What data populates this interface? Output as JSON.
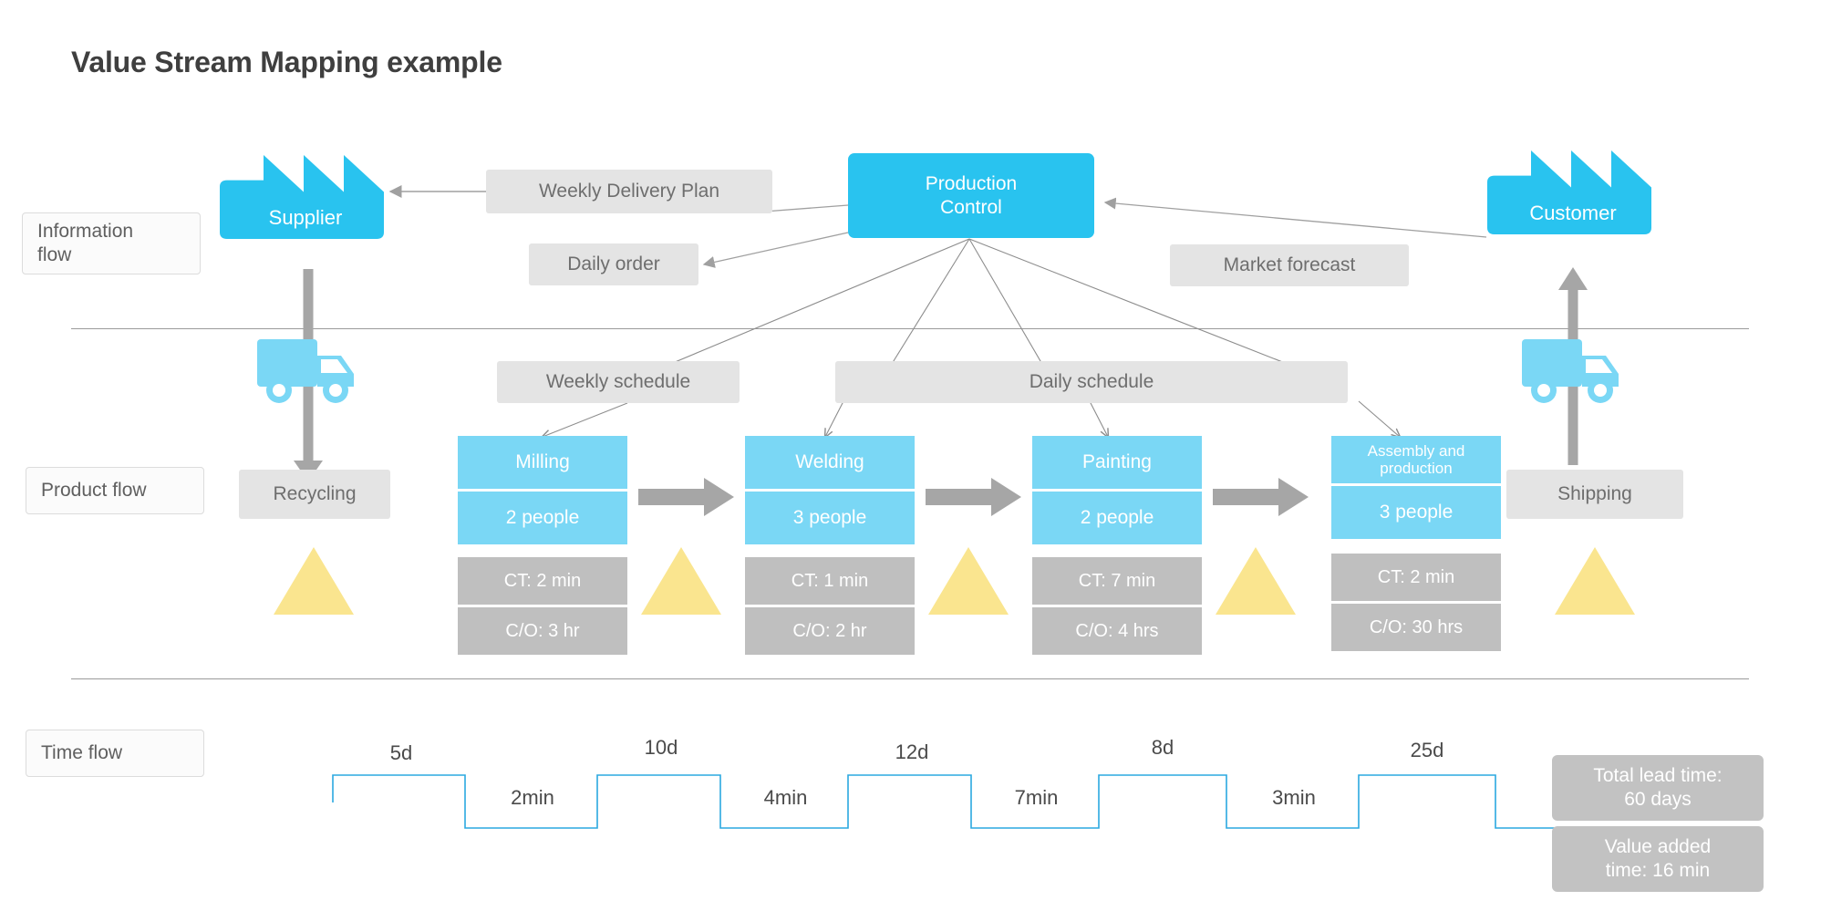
{
  "page": {
    "title": "Value Stream Mapping example",
    "accent_cyan": "#29c3ef",
    "accent_light_blue": "#7ad7f5",
    "info_gray": "#e4e4e4",
    "data_gray": "#bfbfbf",
    "triangle_yellow": "#fae58f",
    "arrow_gray": "#a6a6a6"
  },
  "lanes": [
    {
      "label": "Information\nflow",
      "name": "information-flow"
    },
    {
      "label": "Product flow",
      "name": "product-flow"
    },
    {
      "label": "Time flow",
      "name": "time-flow"
    }
  ],
  "lane_labels": {
    "information": "Information flow",
    "product": "Product flow",
    "time": "Time flow"
  },
  "entities": {
    "supplier": "Supplier",
    "customer": "Customer",
    "production_control": "Production\nControl"
  },
  "info_boxes": {
    "weekly_delivery_plan": "Weekly Delivery Plan",
    "daily_order": "Daily order",
    "market_forecast": "Market forecast",
    "weekly_schedule": "Weekly schedule",
    "daily_schedule": "Daily schedule",
    "recycling": "Recycling",
    "shipping": "Shipping"
  },
  "processes": [
    {
      "name": "Milling",
      "people": "2 people",
      "ct": "CT: 2 min",
      "co": "C/O: 3 hr"
    },
    {
      "name": "Welding",
      "people": "3 people",
      "ct": "CT: 1 min",
      "co": "C/O: 2 hr"
    },
    {
      "name": "Painting",
      "people": "2 people",
      "ct": "CT: 7 min",
      "co": "C/O: 4 hrs"
    },
    {
      "name": "Assembly and production",
      "people": "3 people",
      "ct": "CT: 2 min",
      "co": "C/O: 30 hrs"
    }
  ],
  "chart_data": {
    "type": "line",
    "title": "Time flow ladder",
    "wait_times": [
      "5d",
      "10d",
      "12d",
      "8d",
      "25d"
    ],
    "process_times": [
      "2min",
      "4min",
      "7min",
      "3min"
    ],
    "total_lead_time": "Total lead time:\n60 days",
    "value_added_time": "Value added\ntime: 16 min"
  },
  "summary": {
    "total_lead_time_l1": "Total lead time:",
    "total_lead_time_l2": "60 days",
    "value_added_l1": "Value added",
    "value_added_l2": "time: 16 min"
  },
  "icons": {
    "supplier": "factory-icon",
    "customer": "factory-icon",
    "inbound_truck": "truck-icon",
    "outbound_truck": "truck-icon",
    "inventory": "triangle-inventory-icon"
  }
}
